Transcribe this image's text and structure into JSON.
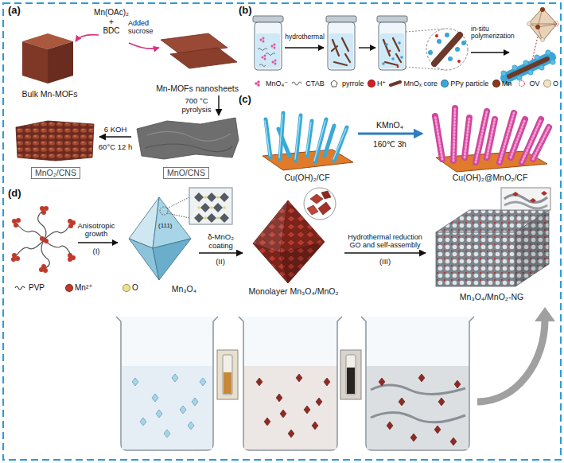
{
  "diagram": {
    "nodes": [
      {
        "text": [
          "Bulk Mn-MOFs"
        ]
      },
      {
        "text": [
          "Mn-MOFs nanosheets"
        ]
      },
      {
        "text": [
          "MnO/CNS"
        ]
      },
      {
        "text": [
          "MnO₂/CNS"
        ]
      },
      {
        "text": [
          "Cu(OH)₂/CF"
        ]
      },
      {
        "text": [
          "Cu(OH)₂@MnO₂/CF"
        ]
      },
      {
        "text": [
          "Mn₃O₄"
        ]
      },
      {
        "text": [
          "Monolayer Mn₃O₄/MnO₂"
        ]
      },
      {
        "text": [
          "Mn₃O₄/MnO₂-NG"
        ]
      }
    ],
    "edges": [
      {
        "from": 1,
        "to": 2,
        "arrow": "to",
        "label": "700 °C pyrolysis"
      },
      {
        "from": 2,
        "to": 3,
        "arrow": "to",
        "label": "6 KOH"
      },
      {
        "from": 4,
        "to": 5,
        "arrow": "to",
        "label": "KMnO₄"
      },
      {
        "from": 6,
        "to": 7,
        "arrow": "to",
        "label": "δ-MnO₂ coating"
      },
      {
        "from": 7,
        "to": 8,
        "arrow": "to",
        "label": "Hydrothermal reduction GO and self-assembly"
      }
    ],
    "labels": [
      "(a)",
      "Mn(OAc)₂",
      "+",
      "BDC",
      "Added sucrose",
      "60°C 12 h",
      "(b)",
      "hydrothermal",
      "in-situ polymerization",
      "(c)",
      "160℃ 3h",
      "(d)",
      "Anisotropic growth",
      "(I)",
      "(111)",
      "(II)",
      "(III)"
    ],
    "legend": [
      {
        "text": "MnO₄⁻"
      },
      {
        "text": "CTAB"
      },
      {
        "text": "pyrrole"
      },
      {
        "text": "H⁺",
        "color": "#d42020"
      },
      {
        "text": "MnOₓ core"
      },
      {
        "text": "PPy particle",
        "color": "#3aa6d8"
      },
      {
        "text": "Mn",
        "color": "#8b3a1a"
      },
      {
        "text": "OV"
      },
      {
        "text": "O",
        "color": "#f2e2c4"
      },
      {
        "text": "PVP"
      },
      {
        "text": "Mn²⁺",
        "color": "#c0392b"
      },
      {
        "text": "O",
        "color": "#efe08a"
      }
    ]
  }
}
